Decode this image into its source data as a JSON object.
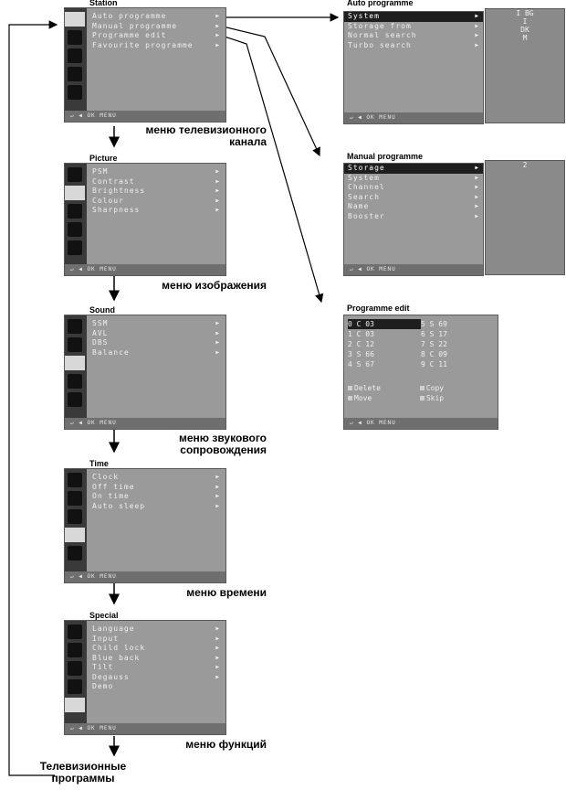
{
  "footer_hint": "↵ ◀ OK MENU",
  "menus": {
    "station": {
      "title": "Station",
      "items": [
        "Auto programme",
        "Manual programme",
        "Programme edit",
        "Favourite programme"
      ],
      "caption": "меню телевизионного канала"
    },
    "picture": {
      "title": "Picture",
      "items": [
        "PSM",
        "Contrast",
        "Brightness",
        "Colour",
        "Sharpness"
      ],
      "caption": "меню изображения"
    },
    "sound": {
      "title": "Sound",
      "items": [
        "SSM",
        "AVL",
        "DBS",
        "Balance"
      ],
      "caption": "меню звукового сопровождения"
    },
    "time": {
      "title": "Time",
      "items": [
        "Clock",
        "Off time",
        "On time",
        "Auto sleep"
      ],
      "caption": "меню времени"
    },
    "special": {
      "title": "Special",
      "items": [
        "Language",
        "Input",
        "Child lock",
        "Blue back",
        "Tilt",
        "Degauss",
        "Demo"
      ],
      "caption": "меню функций"
    }
  },
  "auto_programme": {
    "title": "Auto programme",
    "items": [
      "System",
      "Storage from",
      "Normal search",
      "Turbo search"
    ],
    "side_values": [
      "I BG",
      "I",
      "DK",
      "M"
    ]
  },
  "manual_programme": {
    "title": "Manual programme",
    "items": [
      "Storage",
      "System",
      "Channel",
      "Search",
      "Name",
      "Booster"
    ],
    "side_values": [
      "2"
    ]
  },
  "programme_edit": {
    "title": "Programme edit",
    "rows": [
      [
        "0 C 03",
        "5 S 69"
      ],
      [
        "1 C 03",
        "6 S 17"
      ],
      [
        "2 C 12",
        "7 S 22"
      ],
      [
        "3 S 66",
        "8 C 09"
      ],
      [
        "4 S 67",
        "9 C 11"
      ]
    ],
    "legend": [
      "Delete",
      "Copy",
      "Move",
      "Skip"
    ]
  },
  "tv_programmes_label": "Телевизионные программы"
}
